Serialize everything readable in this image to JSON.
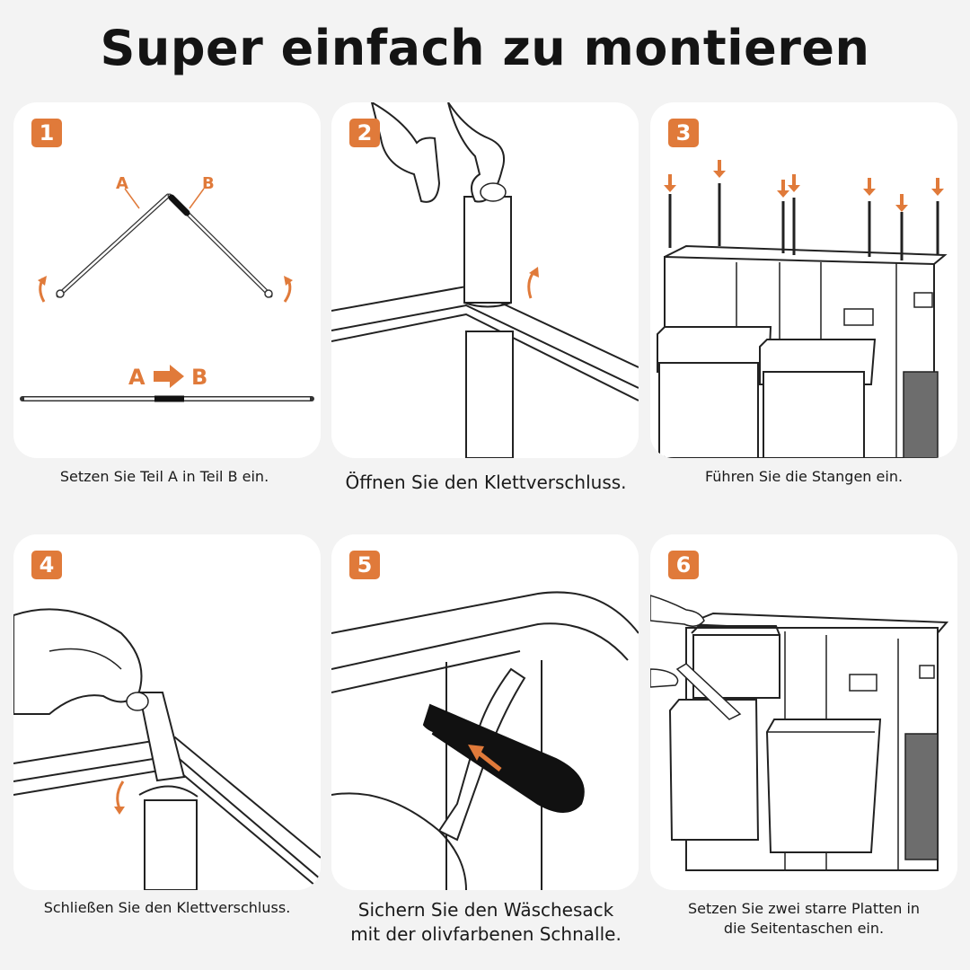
{
  "title": "Super einfach zu montieren",
  "accent_color": "#e07a3a",
  "steps": [
    {
      "number": "1",
      "caption": "Setzen Sie Teil A in Teil B ein.",
      "labels": {
        "a": "A",
        "b": "B",
        "arrow": "A",
        "arrow_to": "B"
      }
    },
    {
      "number": "2",
      "caption": "Öffnen Sie den Klettverschluss."
    },
    {
      "number": "3",
      "caption": "Führen Sie die Stangen ein."
    },
    {
      "number": "4",
      "caption": "Schließen Sie den Klettverschluss."
    },
    {
      "number": "5",
      "caption_line1": "Sichern Sie den Wäschesack",
      "caption_line2": "mit der olivfarbenen Schnalle."
    },
    {
      "number": "6",
      "caption_line1": "Setzen Sie zwei starre Platten in",
      "caption_line2": "die Seitentaschen ein."
    }
  ]
}
